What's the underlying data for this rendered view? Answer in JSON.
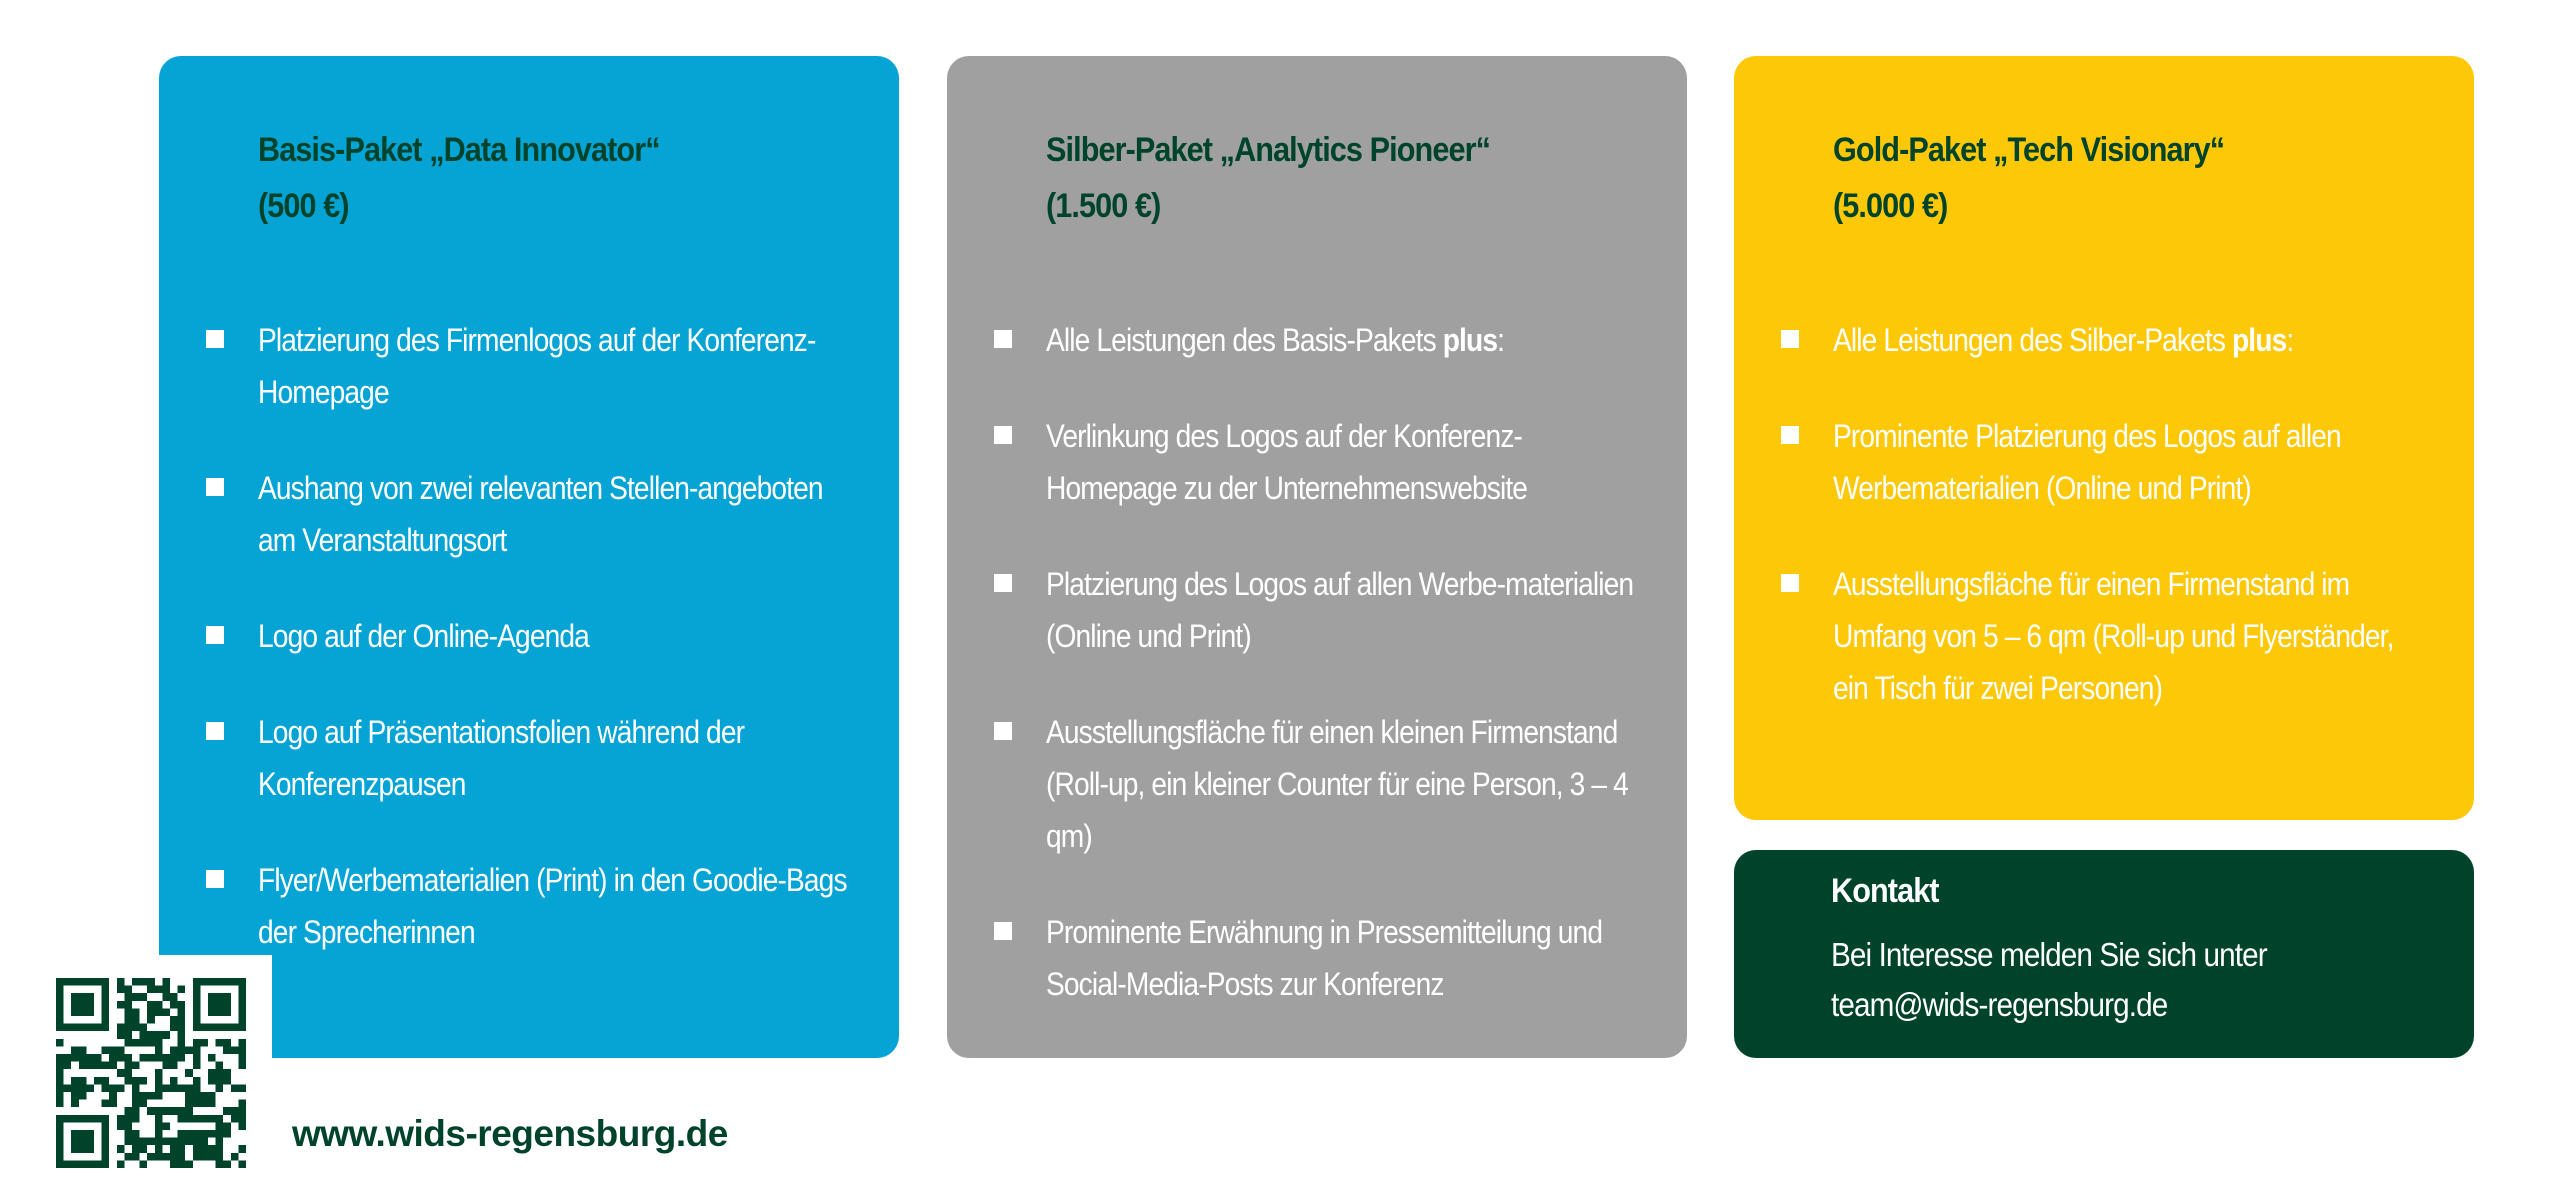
{
  "colors": {
    "blue": "#06a4d5",
    "gray": "#a0a0a0",
    "gold": "#fcc808",
    "green": "#00432b"
  },
  "packages": [
    {
      "title": "Basis-Paket „Data Innovator“\n(500 €)",
      "items": [
        {
          "text": "Platzierung des Firmenlogos auf der Konferenz-Homepage"
        },
        {
          "text": "Aushang von zwei relevanten Stellen-angeboten am Veranstaltungsort"
        },
        {
          "text": "Logo auf der Online-Agenda"
        },
        {
          "text": "Logo auf Präsentationsfolien während der Konferenzpausen"
        },
        {
          "text": "Flyer/Werbematerialien (Print) in den Goodie-Bags der Sprecherinnen"
        }
      ]
    },
    {
      "title": "Silber-Paket „Analytics Pioneer“\n(1.500 €)",
      "items": [
        {
          "text": "Alle Leistungen des Basis-Pakets ",
          "bold": "plus",
          ":": ":"
        },
        {
          "text": "Verlinkung des Logos auf der Konferenz-Homepage zu der Unternehmenswebsite"
        },
        {
          "text": "Platzierung des Logos auf allen Werbe-materialien (Online und Print)"
        },
        {
          "text": "Ausstellungsfläche für einen kleinen Firmenstand (Roll-up, ein kleiner Counter für eine Person, 3 – 4 qm)"
        },
        {
          "text": "Prominente Erwähnung in Pressemitteilung und Social-Media-Posts zur Konferenz"
        }
      ]
    },
    {
      "title": "Gold-Paket „Tech Visionary“\n(5.000 €)",
      "items": [
        {
          "text": "Alle Leistungen des Silber-Pakets ",
          "bold": "plus",
          ":": ":"
        },
        {
          "text": "Prominente Platzierung des Logos auf allen Werbematerialien (Online und Print)"
        },
        {
          "text": "Ausstellungsfläche für einen Firmenstand im Umfang von 5 – 6 qm (Roll-up und Flyerständer, ein Tisch für zwei Personen)"
        }
      ]
    }
  ],
  "contact": {
    "heading": "Kontakt",
    "text": "Bei Interesse melden Sie sich unter",
    "email": "team@wids-regensburg.de"
  },
  "website": "www.wids-regensburg.de"
}
